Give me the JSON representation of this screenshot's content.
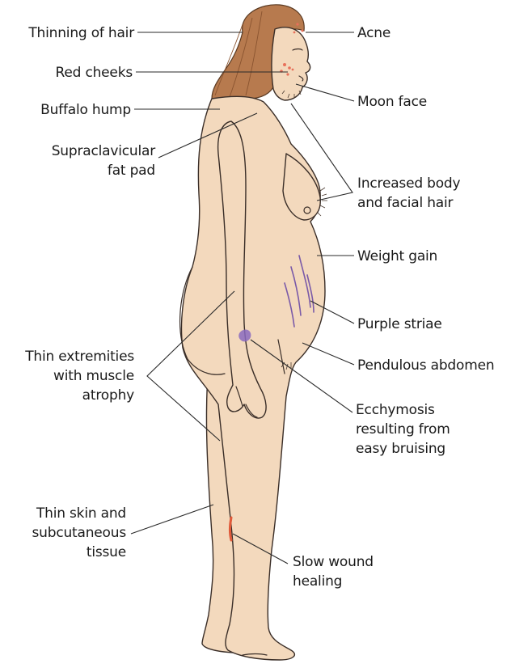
{
  "labels": {
    "thinning_hair": "Thinning of hair",
    "red_cheeks": "Red cheeks",
    "buffalo_hump": "Buffalo hump",
    "supraclavicular_1": "Supraclavicular",
    "supraclavicular_2": "fat pad",
    "thin_extremities_1": "Thin extremities",
    "thin_extremities_2": "with muscle",
    "thin_extremities_3": "atrophy",
    "thin_skin_1": "Thin skin and",
    "thin_skin_2": "subcutaneous",
    "thin_skin_3": "tissue",
    "acne": "Acne",
    "moon_face": "Moon face",
    "body_hair_1": "Increased body",
    "body_hair_2": "and facial hair",
    "weight_gain": "Weight gain",
    "purple_striae": "Purple striae",
    "pendulous_abdomen": "Pendulous abdomen",
    "ecchymosis_1": "Ecchymosis",
    "ecchymosis_2": "resulting from",
    "ecchymosis_3": "easy bruising",
    "slow_wound_1": "Slow wound",
    "slow_wound_2": "healing"
  },
  "colors": {
    "skin": "#f3d9bd",
    "outline": "#3a2e28",
    "hair": "#b77a4e",
    "striae": "#7a5aa8",
    "redness": "#e8705a",
    "bruise": "#8a6ac0",
    "wound": "#e05a3a"
  }
}
